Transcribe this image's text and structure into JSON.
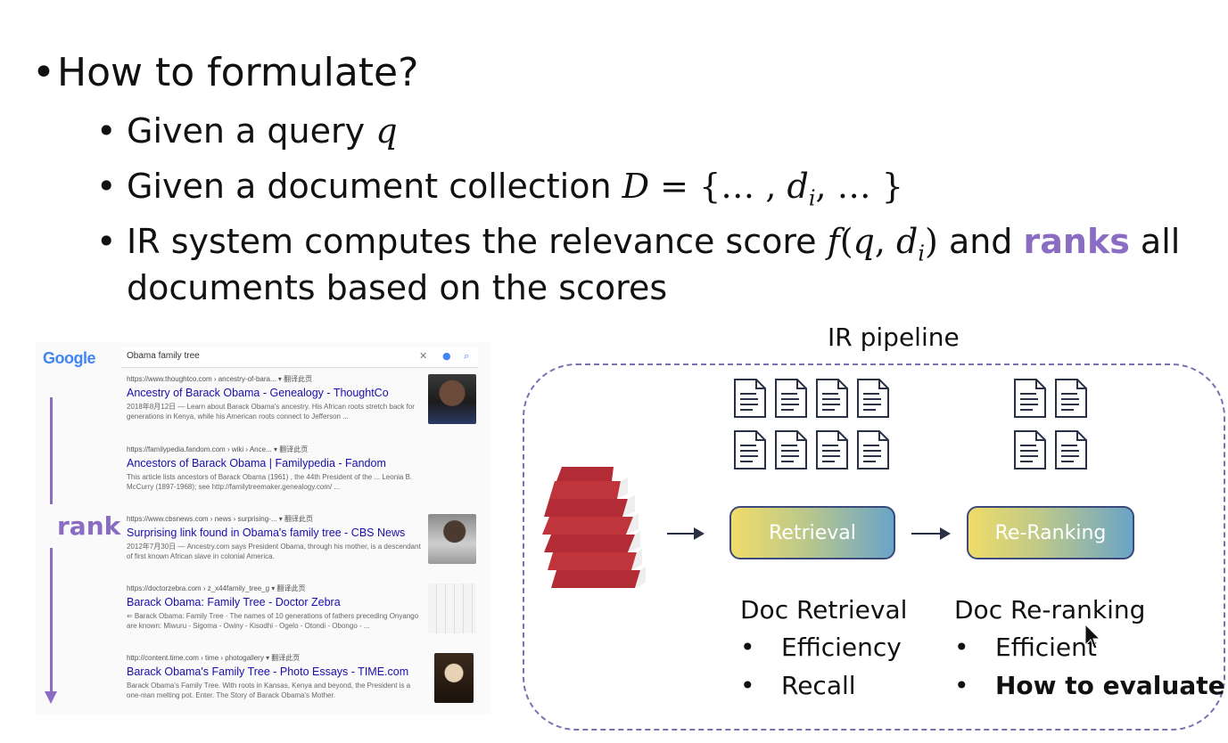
{
  "bullets": {
    "main": "How to formulate?",
    "sub1_text": "Given a query ",
    "sub1_math": "q",
    "sub2_text": "Given a document collection ",
    "sub2_math_D": "D",
    "sub2_math_eq": " = {… , ",
    "sub2_math_d": "d",
    "sub2_math_i": "i",
    "sub2_math_end": ", … }",
    "sub3_text_a": "IR system computes the relevance score ",
    "sub3_math_f": "f",
    "sub3_math_open": "(",
    "sub3_math_q": "q",
    "sub3_math_sep": ", ",
    "sub3_math_d": "d",
    "sub3_math_i": "i",
    "sub3_math_close": ")",
    "sub3_text_b": " and ",
    "sub3_ranks": "ranks",
    "sub3_text_c": " all",
    "sub3_line2": "documents based on the scores"
  },
  "search": {
    "logo": "Google",
    "query": "Obama family tree",
    "rank_label": "rank",
    "results": [
      {
        "url": "https://www.thoughtco.com › ancestry-of-bara... ▾ 翻译此页",
        "title": "Ancestry of Barack Obama - Genealogy - ThoughtCo",
        "snippet": "2018年8月12日 — Learn about Barack Obama's ancestry. His African roots stretch back for generations in Kenya, while his American roots connect to Jefferson ..."
      },
      {
        "url": "https://familypedia.fandom.com › wiki › Ance... ▾ 翻译此页",
        "title": "Ancestors of Barack Obama | Familypedia - Fandom",
        "snippet": "This article lists ancestors of Barack Obama (1961) , the 44th President of the ... Leonia B. McCurry (1897-1968); see http://familytreemaker.genealogy.com/ ..."
      },
      {
        "url": "https://www.cbsnews.com › news › surprising-... ▾ 翻译此页",
        "title": "Surprising link found in Obama's family tree - CBS News",
        "snippet": "2012年7月30日 — Ancestry.com says President Obama, through his mother, is a descendant of first known African slave in colonial America."
      },
      {
        "url": "https://doctorzebra.com › z_x44family_tree_g ▾ 翻译此页",
        "title": "Barack Obama: Family Tree - Doctor Zebra",
        "snippet": "⇐ Barack Obama: Family Tree · The names of 10 generations of fathers preceding Onyango are known: Miwuru - Sigoma - Owiny - Kisodhi - Ogelo - Otondi - Obongo - ..."
      },
      {
        "url": "http://content.time.com › time › photogallery ▾ 翻译此页",
        "title": "Barack Obama's Family Tree - Photo Essays - TIME.com",
        "snippet": "Barack Obama's Family Tree. With roots in Kansas, Kenya and beyond, the President is a one-man melting pot. Enter. The Story of Barack Obama's Mother."
      }
    ]
  },
  "pipeline": {
    "title": "IR pipeline",
    "stage1": "Retrieval",
    "stage2": "Re-Ranking",
    "col1_heading": "Doc Retrieval",
    "col1_items": [
      "Efficiency",
      "Recall"
    ],
    "col2_heading": "Doc Re-ranking",
    "col2_items": [
      "Efficient",
      "How to evaluate"
    ]
  },
  "colors": {
    "accent": "#8a6cc2",
    "link": "#1a0dab",
    "stage_border": "#3b4a7a"
  }
}
